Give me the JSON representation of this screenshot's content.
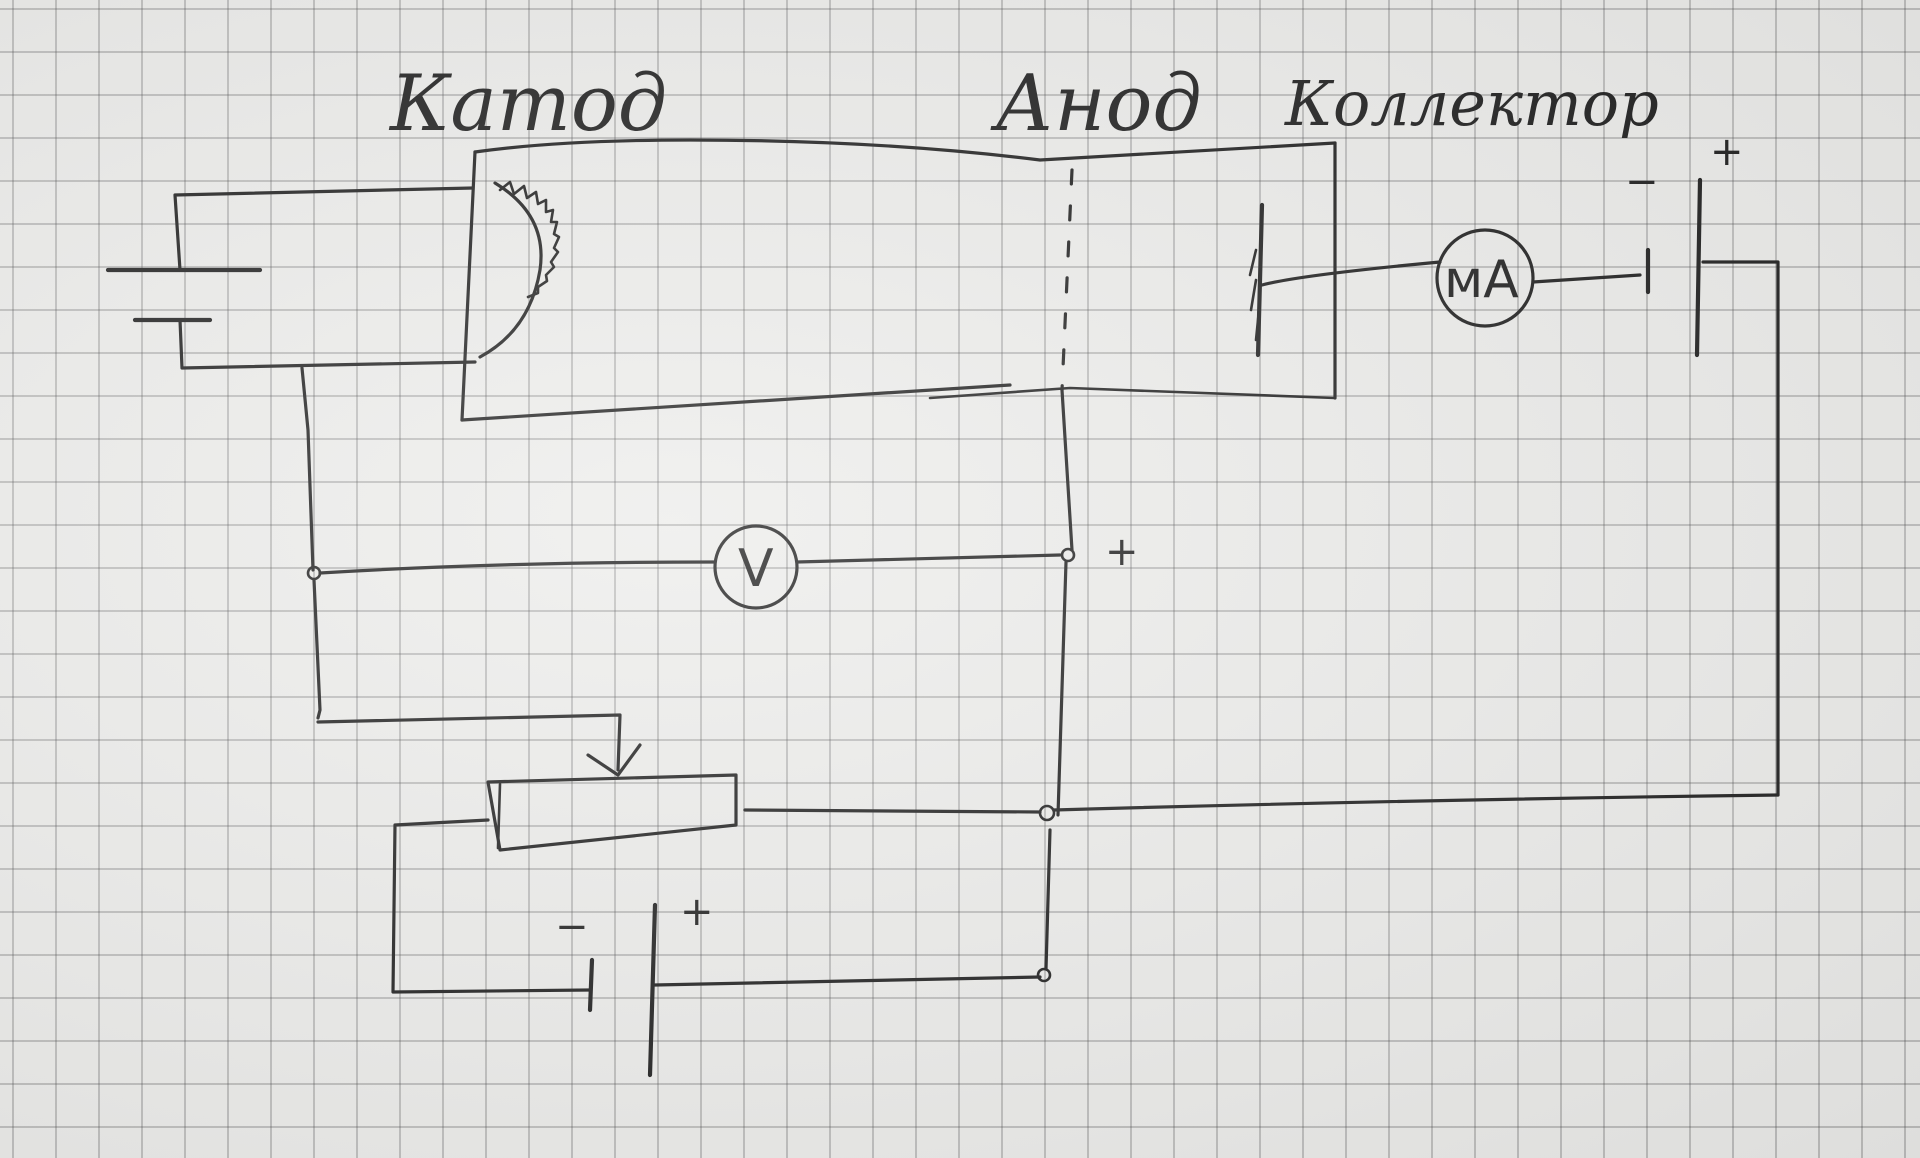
{
  "labels": {
    "cathode": "Катод",
    "anode": "Анод",
    "collector": "Коллектор"
  },
  "meters": {
    "voltmeter": "V",
    "milliammeter": "мА"
  },
  "polarity": {
    "plus": "+",
    "minus": "−"
  },
  "colors": {
    "ink": "#1b1b1b",
    "paper": "#ececea",
    "grid": "#8a8a8a"
  }
}
